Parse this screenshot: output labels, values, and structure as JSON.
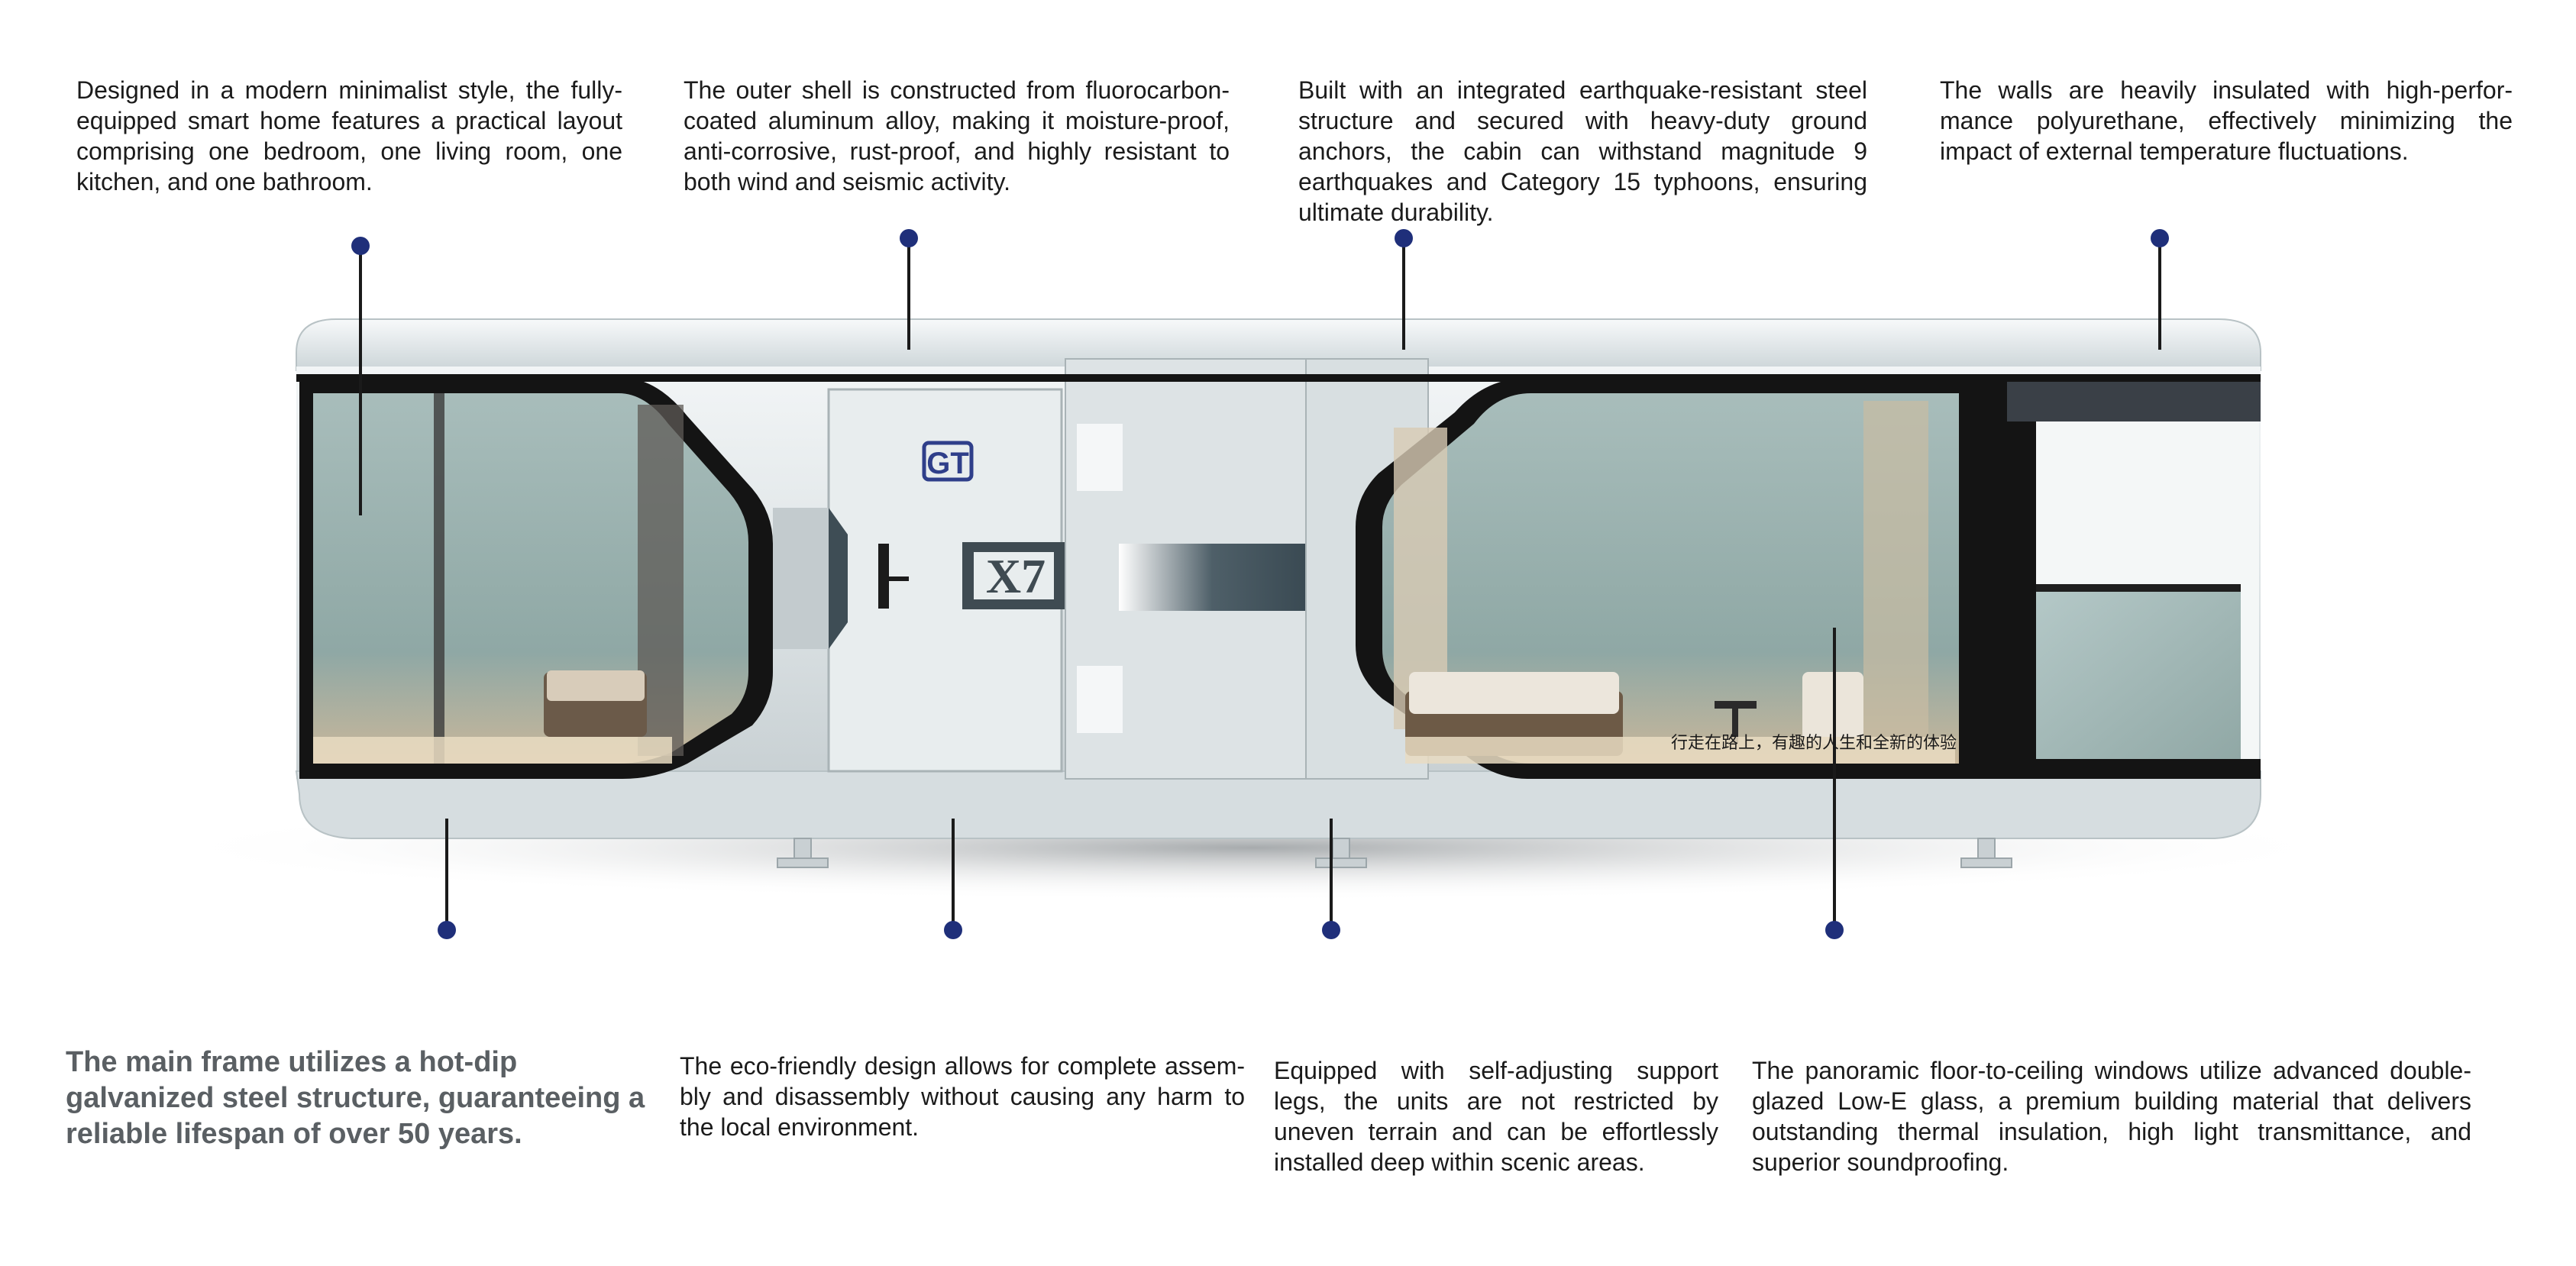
{
  "top_notes": [
    {
      "text": "Designed in a modern minimalist style, the fully-equipped smart home features a practical layout comprising one bedroom, one living room, one kitchen, and one bathroom."
    },
    {
      "text": "The outer shell is constructed from fluorocar­bon-coated aluminum alloy, making it moisture-proof, anti-corrosive, rust-proof, and highly resistant to both wind and seismic activity."
    },
    {
      "text": "Built with an integrated earthquake-resistant steel structure and secured with heavy-duty ground anchors, the cabin can withstand magnitude 9 earthquakes and Category 15 typhoons, ensuring ultimate durability."
    },
    {
      "text": "The walls are heavily insulated with high-perfor­mance polyurethane, effectively minimizing the impact of external temperature fluctuations."
    }
  ],
  "bottom_notes": [
    {
      "text": "The main frame utilizes a hot-dip galvanized steel structure, guaranteeing a reliable lifespan of over 50 years."
    },
    {
      "text": "The eco-friendly design allows for complete assem­bly and disassembly without causing any harm to the local environment."
    },
    {
      "text": "Equipped with self-adjusting support legs, the units are not restricted by uneven terrain and can be effortlessly installed deep within scenic areas."
    },
    {
      "text": "The panoramic floor-to-ceiling windows utilize advanced double-glazed Low-E glass, a premium building material that delivers outstanding thermal insulation, high light transmittance, and superior soundproofing."
    }
  ],
  "cabin": {
    "brand_logo": "GT",
    "model_badge": "X7",
    "window_slogan": "行走在路上，有趣的人生和全新的体验"
  },
  "colors": {
    "shell": "#e3e8ea",
    "trim": "#161616",
    "glass": "#8fa9a6",
    "callout_dot": "#1f2f7a"
  }
}
